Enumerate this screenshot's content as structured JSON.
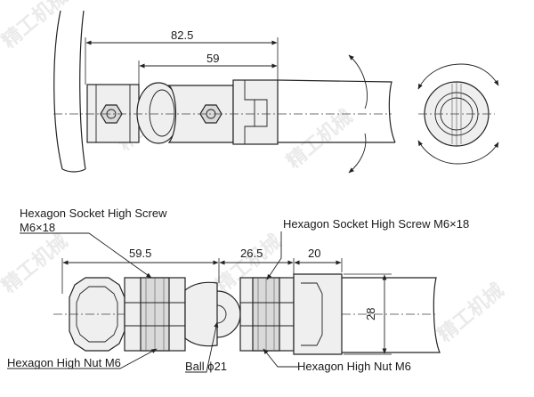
{
  "top_view": {
    "dim_overall": "82.5",
    "dim_inner": "59"
  },
  "bottom_view": {
    "dim_left": "59.5",
    "dim_mid": "26.5",
    "dim_right": "20",
    "dim_height": "28"
  },
  "labels": {
    "screw_left_line1": "Hexagon Socket High Screw",
    "screw_left_line2": "M6×18",
    "screw_right": "Hexagon Socket High Screw  M6×18",
    "nut_left": "Hexagon High Nut  M6",
    "ball": "Ball ϕ21",
    "nut_right": "Hexagon High Nut  M6"
  },
  "watermark": {
    "text": "精工机械",
    "color": "#d9d9d9"
  },
  "colors": {
    "line": "#222222",
    "fill": "#efefef",
    "background": "#ffffff"
  }
}
